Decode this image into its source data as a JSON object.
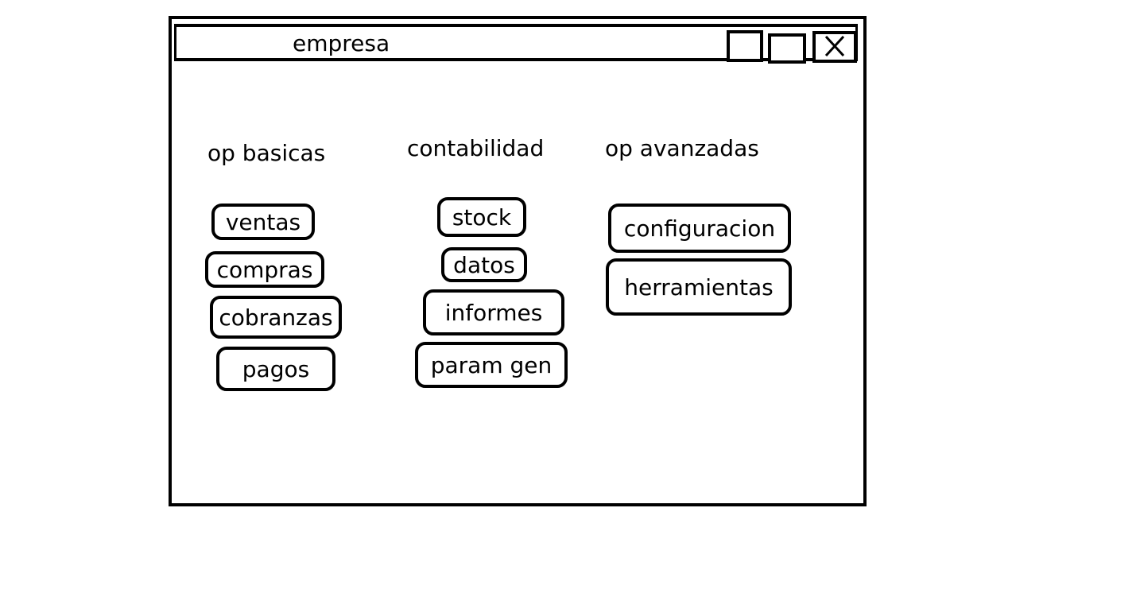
{
  "window": {
    "title": "empresa"
  },
  "controls": {
    "minimize_icon": "square-icon",
    "maximize_icon": "square-icon",
    "close_icon": "x-icon"
  },
  "groups": [
    {
      "heading": "op basicas",
      "buttons": [
        "ventas",
        "compras",
        "cobranzas",
        "pagos"
      ]
    },
    {
      "heading": "contabilidad",
      "buttons": [
        "stock",
        "datos",
        "informes",
        "param gen"
      ]
    },
    {
      "heading": "op avanzadas",
      "buttons": [
        "configuracion",
        "herramientas"
      ]
    }
  ]
}
